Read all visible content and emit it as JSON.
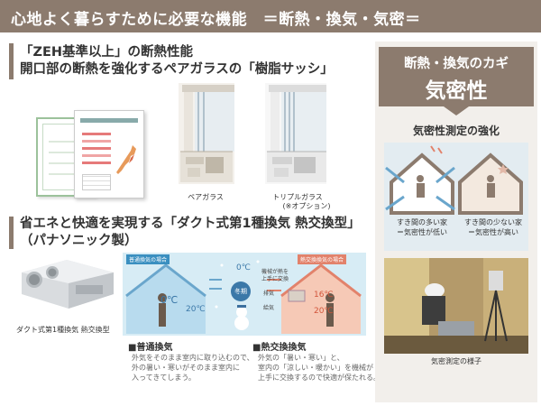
{
  "header": {
    "title": "心地よく暮らすために必要な機能　＝断熱・換気・気密＝"
  },
  "section1": {
    "heading_line1": "「ZEH基準以上」の断熱性能",
    "heading_line2": "開口部の断熱を強化するペアガラスの「樹脂サッシ」",
    "pair_glass_caption": "ペアガラス",
    "triple_glass_caption": "トリプルガラス",
    "triple_glass_note": "(※オプション)"
  },
  "section2": {
    "heading_line1": "省エネと快適を実現する「ダクト式第1種換気 熱交換型」",
    "heading_line2": "（パナソニック製）",
    "unit_caption": "ダクト式第1種換気 熱交換型",
    "diagram": {
      "normal_tag": "普通換気の場合",
      "hx_tag": "熱交換換気の場合",
      "temp_inside_cold": "0℃",
      "temp_inside_warm": "20℃",
      "temp_outside": "0℃",
      "season": "冬期",
      "temp_hx_outside": "16℃",
      "temp_hx_inside": "20℃",
      "note_line1": "機械が熱を",
      "note_line2": "上手に交換",
      "label_exhaust": "排気",
      "label_supply": "給気"
    },
    "normal": {
      "title": "■普通換気",
      "desc_line1": "外気をそのまま室内に取り込むので、",
      "desc_line2": "外の暑い・寒いがそのまま室内に",
      "desc_line3": "入ってきてしまう。"
    },
    "hx": {
      "title": "■熱交換換気",
      "desc_line1": "外気の「暑い・寒い」と、",
      "desc_line2": "室内の「涼しい・暖かい」を機械が",
      "desc_line3": "上手に交換するので快適が保たれる。"
    }
  },
  "right_panel": {
    "kagi_line1": "断熱・換気のカギ",
    "kagi_line2": "気密性",
    "strengthen": "気密性測定の強化",
    "house_left_line1": "すき間の多い家",
    "house_left_line2": "＝気密性が低い",
    "house_right_line1": "すき間の少ない家",
    "house_right_line2": "＝気密性が高い",
    "photo_caption": "気密測定の様子"
  },
  "colors": {
    "brand": "#8c7b6e",
    "arrow_blue": "#6aa6cc",
    "arrow_red": "#e2826b"
  }
}
